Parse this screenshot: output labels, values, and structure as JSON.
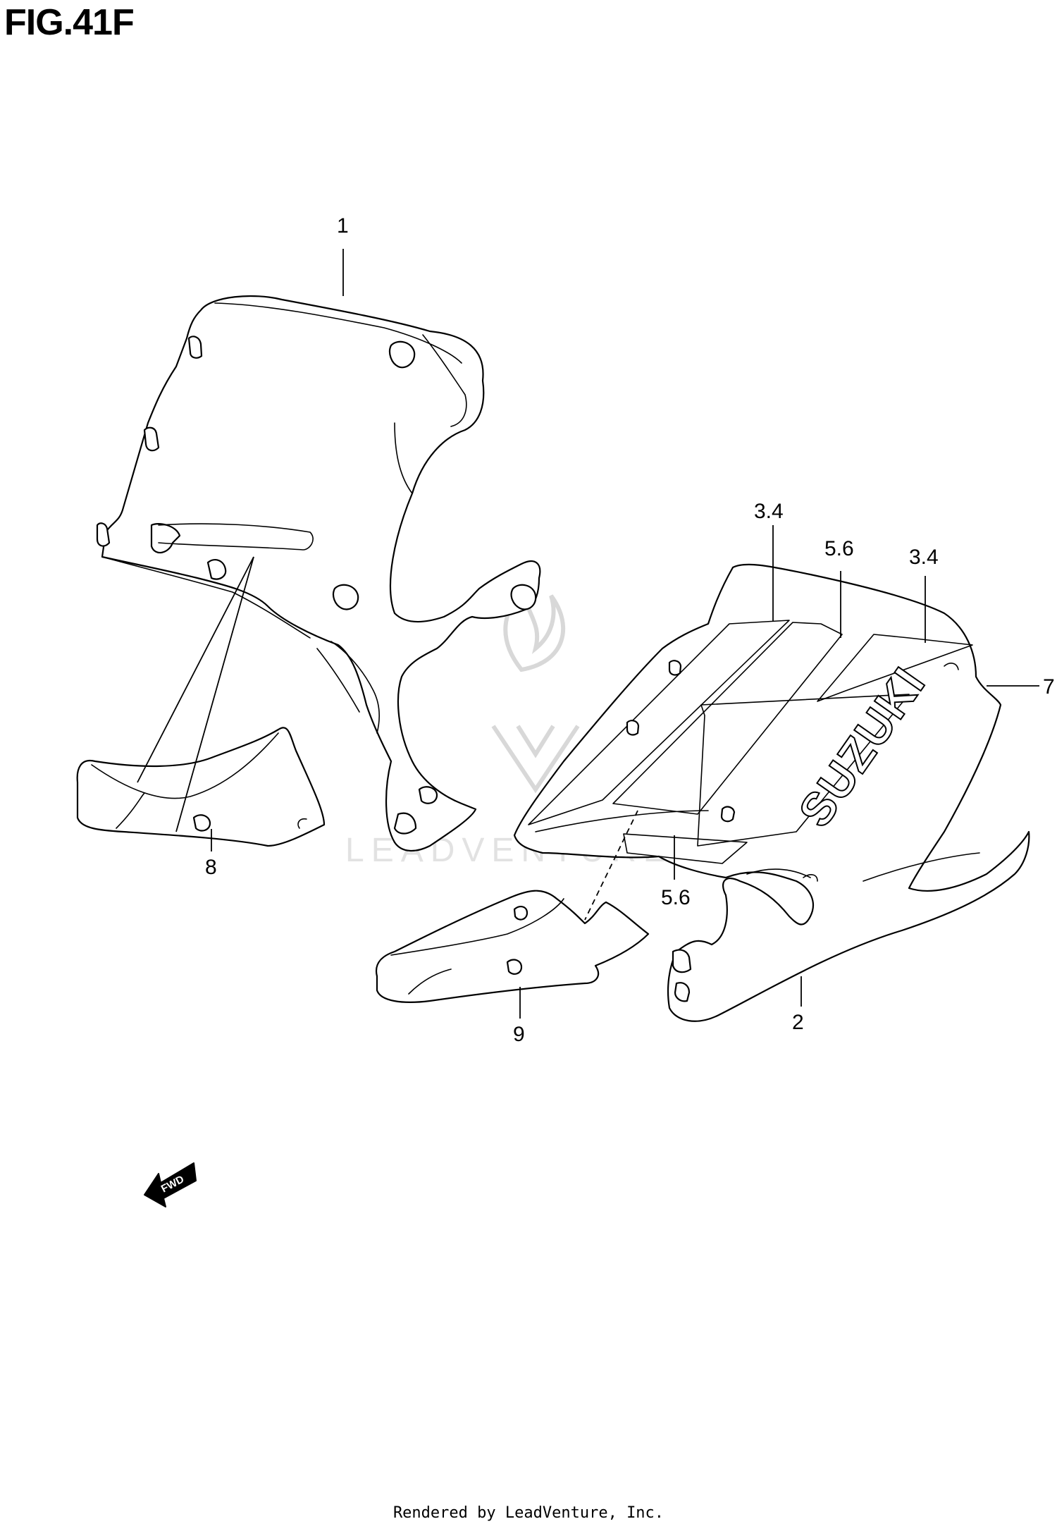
{
  "figure": {
    "title": "FIG.41F",
    "footer": "Rendered by LeadVenture, Inc.",
    "watermark": "LEADVENTURE",
    "fwd_label": "FWD",
    "logo_text": "SUZUKI"
  },
  "callouts": [
    {
      "label": "1",
      "part": "upper inner cowling"
    },
    {
      "label": "2",
      "part": "under cowling"
    },
    {
      "label": "3.4",
      "part": "stripe"
    },
    {
      "label": "5.6",
      "part": "stripe"
    },
    {
      "label": "3.4",
      "part": "stripe"
    },
    {
      "label": "7",
      "part": "emblem"
    },
    {
      "label": "5.6",
      "part": "stripe"
    },
    {
      "label": "8",
      "part": "inner cover"
    },
    {
      "label": "9",
      "part": "inner cover"
    }
  ]
}
